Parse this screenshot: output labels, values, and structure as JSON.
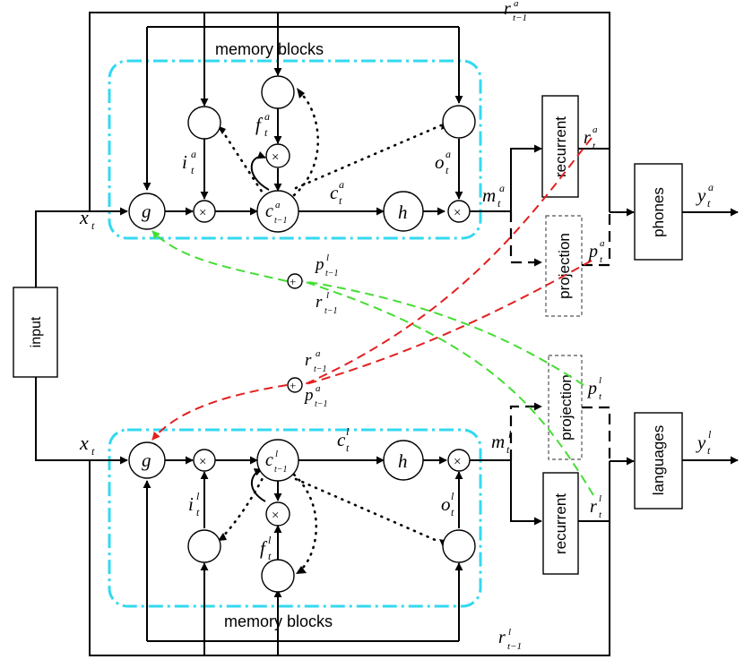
{
  "blocks": {
    "input": "input",
    "phones": "phones",
    "languages": "languages",
    "recurrent_top": "recurrent",
    "projection_top": "projection",
    "recurrent_bottom": "recurrent",
    "projection_bottom": "projection"
  },
  "memory_label": {
    "top": "memory blocks",
    "bottom": "memory blocks"
  },
  "symbols": {
    "g": "g",
    "h": "h",
    "times": "×",
    "plus": "+",
    "x": "x",
    "x_sub": "t"
  },
  "top_path": {
    "i_base": "i",
    "i_sub": "t",
    "i_sup": "a",
    "f_base": "f",
    "f_sub": "t",
    "f_sup": "a",
    "o_base": "o",
    "o_sub": "t",
    "o_sup": "a",
    "c_prev_base": "c",
    "c_prev_sub": "t−1",
    "c_prev_sup": "a",
    "c_base": "c",
    "c_sub": "t",
    "c_sup": "a",
    "m_base": "m",
    "m_sub": "t",
    "m_sup": "a",
    "r_base": "r",
    "r_sub": "t",
    "r_sup": "a",
    "p_base": "p",
    "p_sub": "t",
    "p_sup": "a",
    "y_base": "y",
    "y_sub": "t",
    "y_sup": "a",
    "r_prev_base": "r",
    "r_prev_sub": "t−1",
    "r_prev_sup": "a"
  },
  "bottom_path": {
    "i_base": "i",
    "i_sub": "t",
    "i_sup": "l",
    "f_base": "f",
    "f_sub": "t",
    "f_sup": "l",
    "o_base": "o",
    "o_sub": "t",
    "o_sup": "l",
    "c_prev_base": "c",
    "c_prev_sub": "t−1",
    "c_prev_sup": "l",
    "c_base": "c",
    "c_sub": "t",
    "c_sup": "l",
    "m_base": "m",
    "m_sub": "t",
    "m_sup": "l",
    "r_base": "r",
    "r_sub": "t",
    "r_sup": "l",
    "p_base": "p",
    "p_sub": "t",
    "p_sup": "l",
    "y_base": "y",
    "y_sub": "t",
    "y_sup": "l",
    "r_prev_base": "r",
    "r_prev_sub": "t−1",
    "r_prev_sup": "l"
  },
  "cross_sum_top": {
    "p_base": "p",
    "p_sub": "t−1",
    "p_sup": "l",
    "r_base": "r",
    "r_sub": "t−1",
    "r_sup": "l"
  },
  "cross_sum_bottom": {
    "r_base": "r",
    "r_sub": "t−1",
    "r_sup": "a",
    "p_base": "p",
    "p_sub": "t−1",
    "p_sup": "a"
  },
  "colors": {
    "memory_border": "#33d9f0",
    "feedback_phone_task": "#e21f1f",
    "feedback_language_task": "#44dd33"
  }
}
